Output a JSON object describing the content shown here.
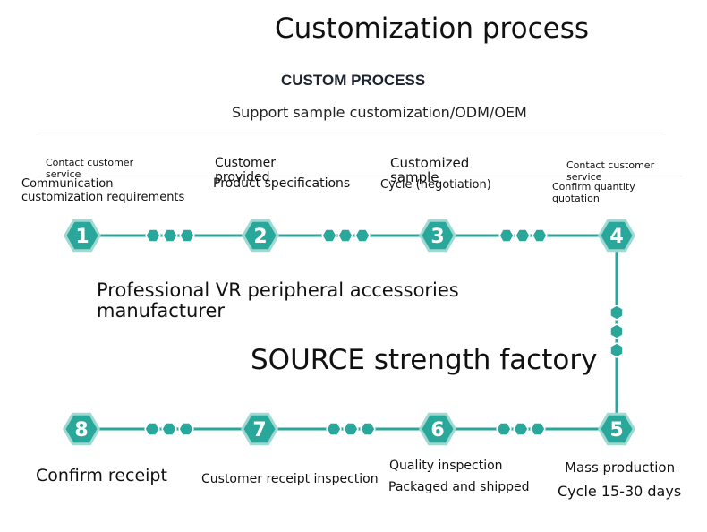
{
  "header": {
    "title": "Customization process",
    "subtitle": "CUSTOM PROCESS",
    "support": "Support sample customization/ODM/OEM"
  },
  "steps": [
    {
      "number": "1",
      "small": "Contact customer service",
      "label": "Communication customization requirements"
    },
    {
      "number": "2",
      "small": "Customer provided",
      "label": "Product specifications"
    },
    {
      "number": "3",
      "small": "Customized sample",
      "label": "Cycle (negotiation)"
    },
    {
      "number": "4",
      "small": "Contact customer service",
      "label": "Confirm quantity quotation"
    },
    {
      "number": "5",
      "label": "Mass production",
      "label2": "Cycle 15-30 days"
    },
    {
      "number": "6",
      "label": "Quality inspection",
      "label2": "Packaged and shipped"
    },
    {
      "number": "7",
      "label": "Customer receipt inspection"
    },
    {
      "number": "8",
      "label": "Confirm receipt"
    }
  ],
  "body": {
    "professional": "Professional VR peripheral accessories manufacturer",
    "source": "SOURCE strength factory"
  },
  "colors": {
    "hex_fill": "#2aa79b",
    "hex_outline": "#9fd9d2",
    "line": "#2aa79b"
  }
}
